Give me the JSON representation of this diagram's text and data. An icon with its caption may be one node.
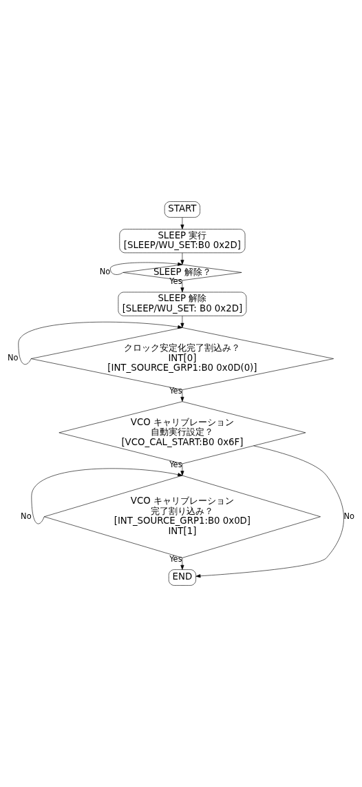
{
  "diagram": {
    "nodes": [
      {
        "text": [
          "START"
        ]
      },
      {
        "text": [
          "SLEEP 実行",
          "[SLEEP/WU_SET:B0 0x2D]"
        ]
      },
      {
        "text": [
          "SLEEP 解除？"
        ]
      },
      {
        "text": [
          "SLEEP 解除",
          "[SLEEP/WU_SET: B0 0x2D]"
        ]
      },
      {
        "text": [
          "クロック安定化完了割込み？",
          "INT[0]",
          "[INT_SOURCE_GRP1:B0 0x0D(0)]"
        ]
      },
      {
        "text": [
          "VCO キャリブレーション",
          "自動実行設定？",
          "[VCO_CAL_START:B0 0x6F]"
        ]
      },
      {
        "text": [
          "VCO キャリブレーション",
          "完了割り込み？",
          "[INT_SOURCE_GRP1:B0 0x0D]",
          "INT[1]"
        ]
      },
      {
        "text": [
          "END"
        ]
      }
    ],
    "edges": [
      {
        "from": 0,
        "to": 1,
        "arrow": "to"
      },
      {
        "from": 1,
        "to": 2,
        "arrow": "to"
      },
      {
        "from": 2,
        "to": 2,
        "arrow": "to",
        "label": "No"
      },
      {
        "from": 2,
        "to": 3,
        "arrow": "to",
        "label": "Yes"
      },
      {
        "from": 3,
        "to": 4,
        "arrow": "to"
      },
      {
        "from": 4,
        "to": 4,
        "arrow": "to",
        "label": "No"
      },
      {
        "from": 4,
        "to": 5,
        "arrow": "to",
        "label": "Yes"
      },
      {
        "from": 5,
        "to": 7,
        "arrow": "to",
        "label": "No"
      },
      {
        "from": 5,
        "to": 6,
        "arrow": "to",
        "label": "Yes"
      },
      {
        "from": 6,
        "to": 6,
        "arrow": "to",
        "label": "No"
      },
      {
        "from": 6,
        "to": 7,
        "arrow": "to",
        "label": "Yes"
      }
    ]
  }
}
